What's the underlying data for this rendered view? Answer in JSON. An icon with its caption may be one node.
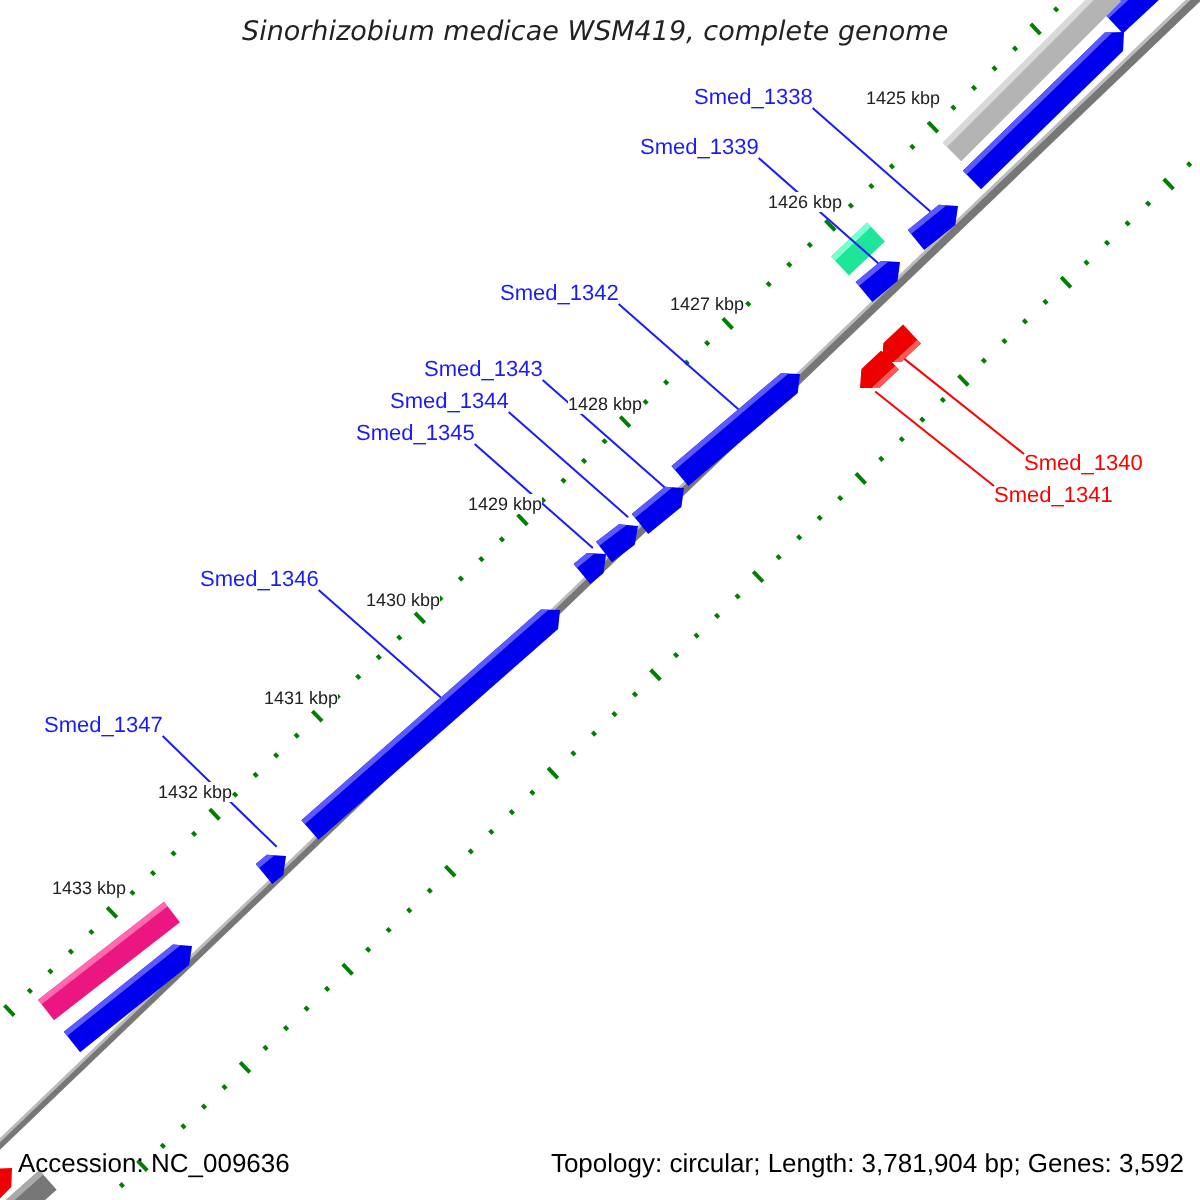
{
  "diagram": {
    "title": "Sinorhizobium medicae WSM419, complete genome",
    "nodes": [
      {
        "text": [
          "Smed_1338"
        ]
      },
      {
        "text": [
          "Smed_1339"
        ]
      },
      {
        "text": [
          "Smed_1342"
        ]
      },
      {
        "text": [
          "Smed_1343"
        ]
      },
      {
        "text": [
          "Smed_1344"
        ]
      },
      {
        "text": [
          "Smed_1345"
        ]
      },
      {
        "text": [
          "Smed_1340"
        ]
      },
      {
        "text": [
          "Smed_1341"
        ]
      },
      {
        "text": [
          "Smed_1346"
        ]
      },
      {
        "text": [
          "Smed_1347"
        ]
      },
      {
        "text": [],
        "shape": "arrow"
      },
      {
        "text": [],
        "shape": "bar"
      },
      {
        "text": [],
        "shape": "arrow"
      },
      {
        "text": [],
        "shape": "arrow"
      },
      {
        "text": [],
        "shape": "bar"
      },
      {
        "text": [],
        "shape": "arrow"
      },
      {
        "text": [],
        "shape": "arrow"
      },
      {
        "text": [],
        "shape": "arrow"
      },
      {
        "text": [],
        "shape": "arrow"
      },
      {
        "text": [],
        "shape": "arrow"
      },
      {
        "text": [],
        "shape": "arrow"
      },
      {
        "text": [],
        "shape": "arrow"
      },
      {
        "text": [],
        "shape": "arrow"
      },
      {
        "text": [],
        "shape": "arrow"
      },
      {
        "text": [],
        "shape": "bar"
      },
      {
        "text": [],
        "shape": "arrow"
      },
      {
        "text": [],
        "shape": "arrow"
      },
      {
        "text": [],
        "shape": "bar"
      }
    ],
    "edges": [
      {
        "from": 0,
        "to": 13,
        "arrow": "none"
      },
      {
        "from": 1,
        "to": 15,
        "arrow": "none"
      },
      {
        "from": 2,
        "to": 18,
        "arrow": "none"
      },
      {
        "from": 3,
        "to": 19,
        "arrow": "none"
      },
      {
        "from": 4,
        "to": 20,
        "arrow": "none"
      },
      {
        "from": 5,
        "to": 21,
        "arrow": "none"
      },
      {
        "from": 6,
        "to": 16,
        "arrow": "none",
        "color": "#ff0000"
      },
      {
        "from": 7,
        "to": 17,
        "arrow": "none",
        "color": "#ff0000"
      },
      {
        "from": 8,
        "to": 22,
        "arrow": "none"
      },
      {
        "from": 9,
        "to": 23,
        "arrow": "none"
      }
    ],
    "labels": [
      "1425 kbp",
      "1426 kbp",
      "1427 kbp",
      "1428 kbp",
      "1429 kbp",
      "1430 kbp",
      "1431 kbp",
      "1432 kbp",
      "1433 kbp",
      "Accession: NC_009636",
      "Topology: circular; Length: 3,781,904 bp; Genes: 3,592"
    ]
  }
}
